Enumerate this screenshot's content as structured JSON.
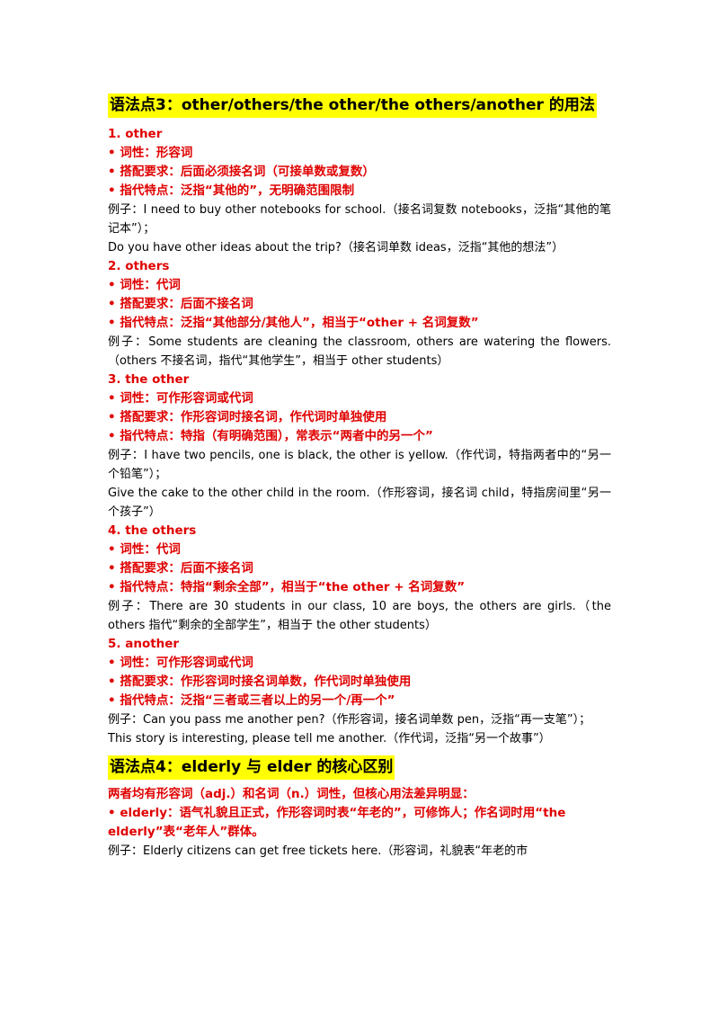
{
  "section3": {
    "heading": "语法点3：other/others/the  other/the  others/another 的用法",
    "items": [
      {
        "title": "1.  other",
        "points": [
          "• 词性：形容词",
          "• 搭配要求：后面必须接名词（可接单数或复数）",
          "• 指代特点：泛指“其他的”，无明确范围限制"
        ],
        "examples": [
          "例子：I need to buy other notebooks for school.（接名词复数 notebooks，泛指“其他的笔记本”）；",
          "Do you have other ideas about the trip?（接名词单数 ideas，泛指“其他的想法”）"
        ]
      },
      {
        "title": "2.  others",
        "points": [
          "• 词性：代词",
          "• 搭配要求：后面不接名词",
          "• 指代特点：泛指“其他部分/其他人”，相当于“other  +  名词复数”"
        ],
        "examples": [
          "例子：Some students are cleaning the classroom, others are watering the flowers.（others 不接名词，指代“其他学生”，相当于 other  students）"
        ]
      },
      {
        "title": "3.  the  other",
        "points": [
          "• 词性：可作形容词或代词",
          "• 搭配要求：作形容词时接名词，作代词时单独使用",
          "• 指代特点：特指（有明确范围），常表示“两者中的另一个”"
        ],
        "examples": [
          "例子：I have two pencils, one is black, the other is yellow.（作代词，特指两者中的“另一个铅笔”）；",
          "Give the cake to the other child in the room.（作形容词，接名词 child，特指房间里“另一个孩子”）"
        ]
      },
      {
        "title": "4.  the  others",
        "points": [
          "• 词性：代词",
          "• 搭配要求：后面不接名词",
          "• 指代特点：特指“剩余全部”，相当于“the  other  +  名词复数”"
        ],
        "examples": [
          "例子：There are 30 students in our class, 10 are boys, the others are girls.（the  others 指代“剩余的全部学生”，相当于 the  other  students）"
        ]
      },
      {
        "title": "5.  another",
        "points": [
          "• 词性：可作形容词或代词",
          "• 搭配要求：作形容词时接名词单数，作代词时单独使用",
          "• 指代特点：泛指“三者或三者以上的另一个/再一个”"
        ],
        "examples": [
          "例子：Can you pass me another pen?（作形容词，接名词单数 pen，泛指“再一支笔”）；",
          "This story is interesting, please tell me another.（作代词，泛指“另一个故事”）"
        ]
      }
    ]
  },
  "section4": {
    "heading": "语法点4：elderly 与 elder 的核心区别",
    "intro": "两者均有形容词（adj.）和名词（n.）词性，但核心用法差异明显：",
    "point": "• elderly：语气礼貌且正式，作形容词时表“年老的”，可修饰人；作名词时用“the  elderly”表“老年人”群体。",
    "example": "例子：Elderly citizens can get free tickets here.（形容词，礼貌表“年老的市"
  }
}
